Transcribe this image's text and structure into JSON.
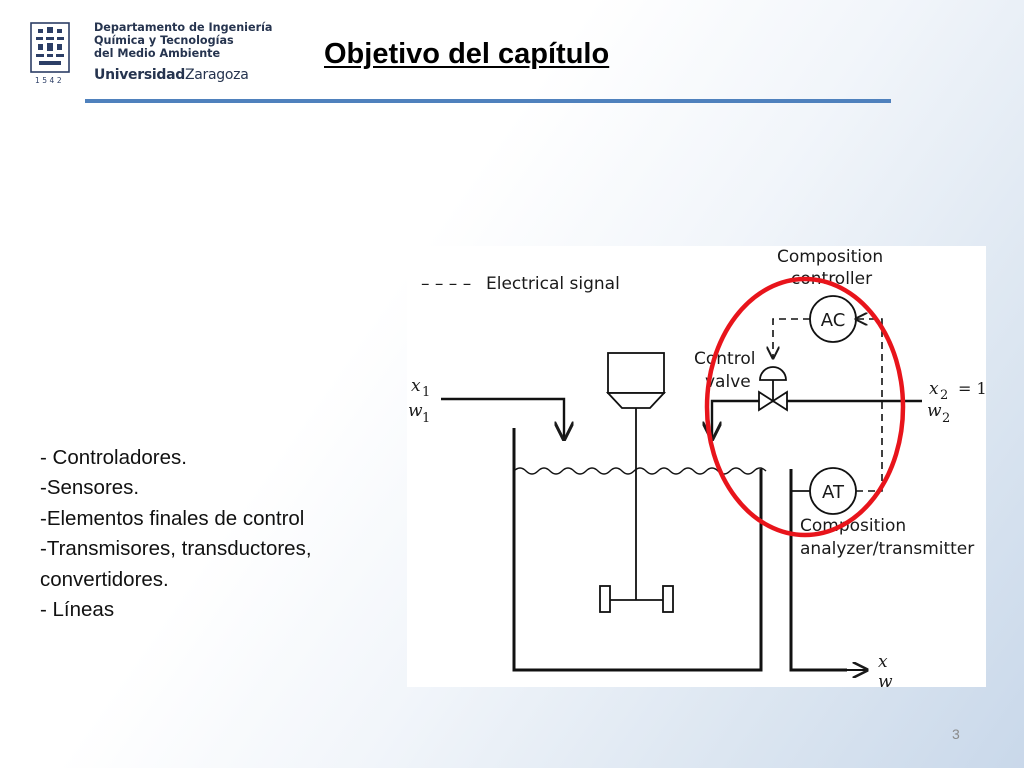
{
  "logo": {
    "dept_line1": "Departamento de Ingeniería",
    "dept_line2": "Química y Tecnologías",
    "dept_line3": "del Medio Ambiente",
    "univ_bold": "Universidad",
    "univ_rest": "Zaragoza",
    "year": "1542"
  },
  "title": "Objetivo del capítulo",
  "bullets": [
    "- Controladores.",
    "-Sensores.",
    "-Elementos finales de control",
    "-Transmisores, transductores,",
    "convertidores.",
    "- Líneas"
  ],
  "diagram": {
    "legend_dashes": "– – – –",
    "legend_label": "Electrical signal",
    "controller_label_1": "Composition",
    "controller_label_2": "controller",
    "controller_tag": "AC",
    "transmitter_tag": "AT",
    "transmitter_label_1": "Composition",
    "transmitter_label_2": "analyzer/transmitter",
    "valve_label_1": "Control",
    "valve_label_2": "valve",
    "x1": "x",
    "x1_sub": "1",
    "w1": "w",
    "w1_sub": "1",
    "x2": "x",
    "x2_sub": "2",
    "x2_eq": "= 1",
    "w2": "w",
    "w2_sub": "2",
    "x_out": "x",
    "w_out": "w"
  },
  "colors": {
    "accent_rule": "#4f81bd",
    "highlight_circle": "#e8141b"
  },
  "page_number": "3"
}
